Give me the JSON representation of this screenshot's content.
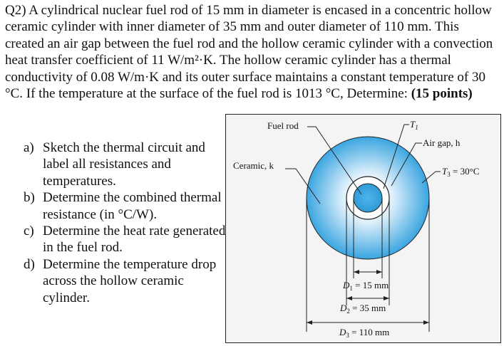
{
  "problem": {
    "prefix": "Q2) ",
    "text": "A cylindrical nuclear fuel rod of 15 mm in diameter is encased in a concentric hollow ceramic cylinder with inner diameter of 35 mm and outer diameter of 110 mm. This created an air gap between the fuel rod and the hollow ceramic cylinder with a convection heat transfer coefficient of 11 W/m²·K. The hollow ceramic cylinder has a thermal conductivity of 0.08 W/m·K and its outer surface maintains a constant temperature of 30 °C. If the temperature at the surface of the fuel rod is 1013 °C, Determine: ",
    "points": "(15 points)"
  },
  "parts": [
    {
      "label": "a)",
      "text": "Sketch the thermal circuit and label all resistances and temperatures."
    },
    {
      "label": "b)",
      "text": "Determine the combined thermal resistance (in °C/W)."
    },
    {
      "label": "c)",
      "text": "Determine the heat rate generated in the fuel rod."
    },
    {
      "label": "d)",
      "text": "Determine the temperature drop across the hollow ceramic cylinder."
    }
  ],
  "figure": {
    "fuel_rod": "Fuel rod",
    "t1": "T",
    "t1_sub": "1",
    "air_gap": "Air gap, h",
    "ceramic": "Ceramic, k",
    "t3": "T",
    "t3_sub": "3",
    "t3_val": " = 30°C",
    "d1": "D",
    "d1_sub": "1",
    "d1_val": " = 15 mm",
    "d2": "D",
    "d2_sub": "2",
    "d2_val": " = 35 mm",
    "d3": "D",
    "d3_sub": "3",
    "d3_val": " = 110 mm"
  },
  "colors": {
    "ceramic_outer": "#3aa5e0",
    "ceramic_inner": "#dff0fb",
    "fuel_rod": "#3aa5e0",
    "air_gap": "#ffffff",
    "figure_bg": "#f4f4f4"
  }
}
